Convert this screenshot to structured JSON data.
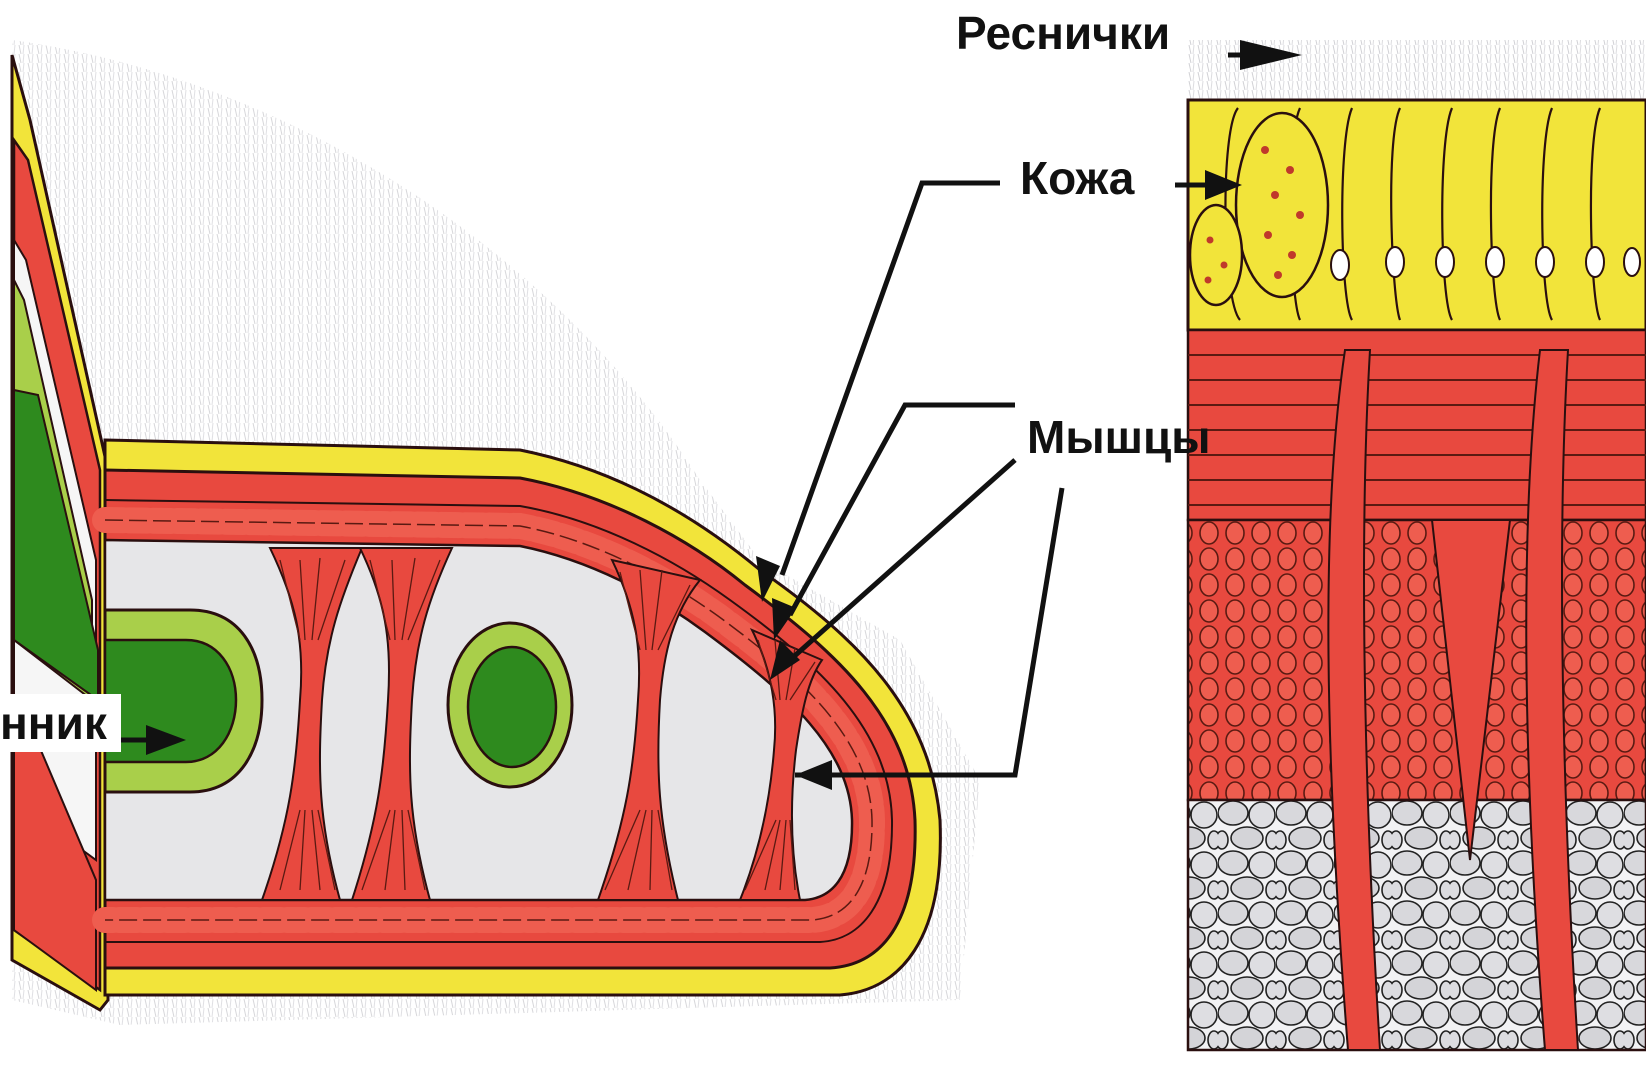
{
  "labels": {
    "cilia": "Реснички",
    "skin": "Кожа",
    "muscles": "Мышцы",
    "intestine": "нник"
  },
  "colors": {
    "skin_yellow": "#f2e43a",
    "muscle_red": "#e8493f",
    "muscle_light": "#ef6b5c",
    "fill_gray": "#e6e6e8",
    "gut_green": "#2e8a1e",
    "gut_light": "#a9cf4a",
    "outline": "#2a0f0f",
    "cilia_gray": "#cfcfd2"
  }
}
